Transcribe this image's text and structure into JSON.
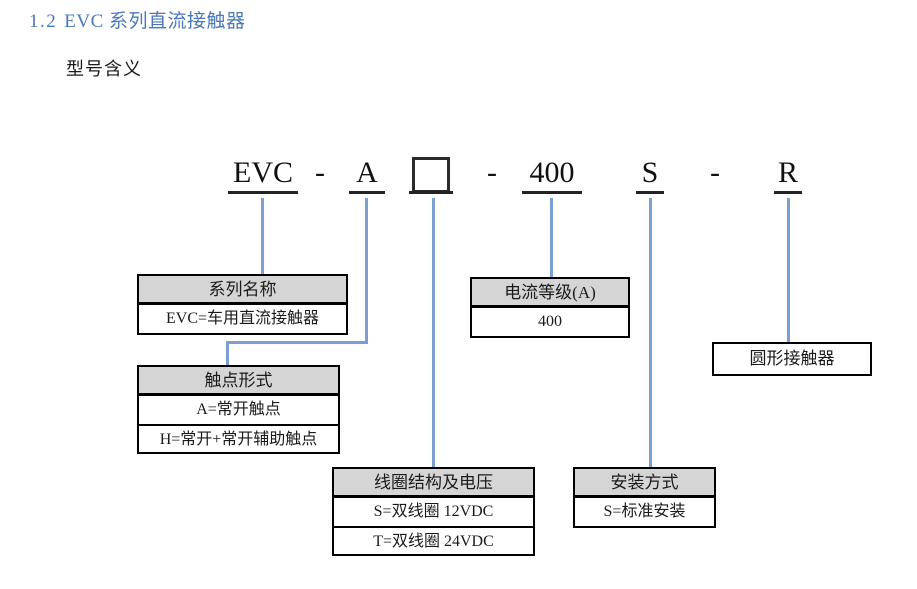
{
  "document": {
    "section_number": "1.2",
    "section_title": "EVC 系列直流接触器",
    "subtitle": "型号含义",
    "heading_color": "#4a78b8",
    "connector_color": "#7ba0d0",
    "header_fill": "#d5d5d5"
  },
  "model_code": {
    "segments": [
      {
        "text": "EVC"
      },
      {
        "text": "-"
      },
      {
        "text": "A"
      },
      {
        "text": ""
      },
      {
        "text": "-"
      },
      {
        "text": "400"
      },
      {
        "text": "S"
      },
      {
        "text": "-"
      },
      {
        "text": "R"
      }
    ]
  },
  "callouts": [
    {
      "id": "series-name",
      "header": "系列名称",
      "rows": [
        "EVC=车用直流接触器"
      ]
    },
    {
      "id": "contact-form",
      "header": "触点形式",
      "rows": [
        "A=常开触点",
        "H=常开+常开辅助触点"
      ]
    },
    {
      "id": "coil-structure-voltage",
      "header": "线圈结构及电压",
      "rows": [
        "S=双线圈 12VDC",
        "T=双线圈 24VDC"
      ]
    },
    {
      "id": "current-rating",
      "header": "电流等级(A)",
      "rows": [
        "400"
      ]
    },
    {
      "id": "mounting-type",
      "header": "安装方式",
      "rows": [
        "S=标准安装"
      ]
    },
    {
      "id": "contactor-shape",
      "header": "",
      "rows": [
        "圆形接触器"
      ]
    }
  ]
}
